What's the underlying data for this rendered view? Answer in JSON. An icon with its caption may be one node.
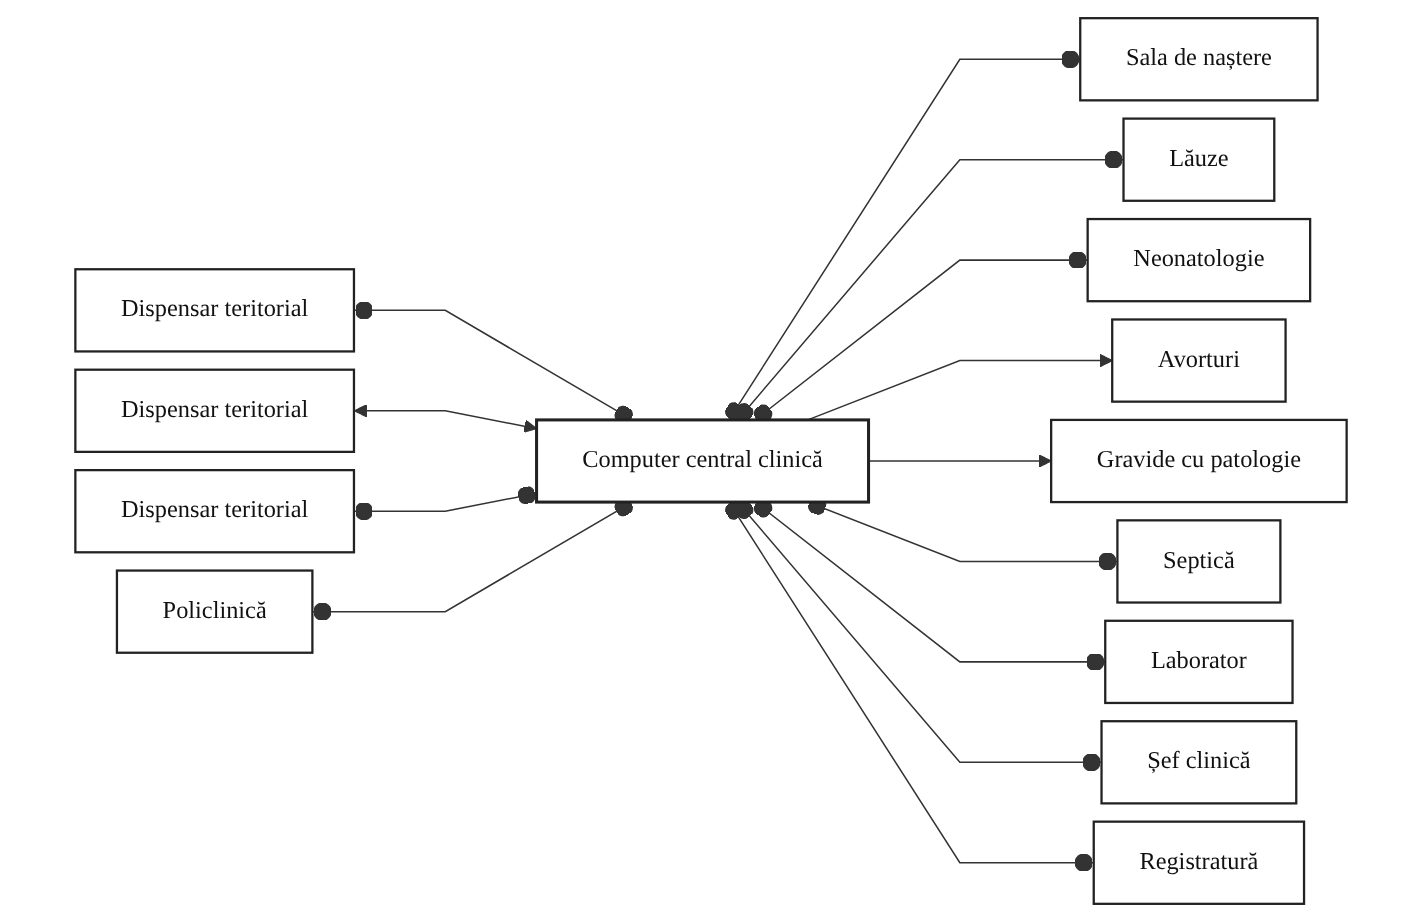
{
  "diagram": {
    "nodes": [
      {
        "text": [
          "Dispensar teritorial"
        ]
      },
      {
        "text": [
          "Dispensar teritorial"
        ]
      },
      {
        "text": [
          "Dispensar teritorial"
        ]
      },
      {
        "text": [
          "Computer central clinică"
        ]
      },
      {
        "text": [
          "Policlinică"
        ]
      },
      {
        "text": [
          "Sala de naștere"
        ]
      },
      {
        "text": [
          "Lăuze"
        ]
      },
      {
        "text": [
          "Neonatologie"
        ]
      },
      {
        "text": [
          "Avorturi"
        ]
      },
      {
        "text": [
          "Gravide cu patologie"
        ]
      },
      {
        "text": [
          "Septică"
        ]
      },
      {
        "text": [
          "Laborator"
        ]
      },
      {
        "text": [
          "Șef clinică"
        ]
      },
      {
        "text": [
          "Registratură"
        ]
      }
    ],
    "edges": [
      {
        "from": 0,
        "to": 3,
        "arrow": "other"
      },
      {
        "from": 1,
        "to": 3,
        "arrow": "both"
      },
      {
        "from": 2,
        "to": 3,
        "arrow": "other"
      },
      {
        "from": 4,
        "to": 3,
        "arrow": "other"
      },
      {
        "from": 3,
        "to": 5,
        "arrow": "other"
      },
      {
        "from": 3,
        "to": 6,
        "arrow": "other"
      },
      {
        "from": 3,
        "to": 7,
        "arrow": "other"
      },
      {
        "from": 3,
        "to": 8,
        "arrow": "to"
      },
      {
        "from": 3,
        "to": 9,
        "arrow": "to"
      },
      {
        "from": 3,
        "to": 10,
        "arrow": "other"
      },
      {
        "from": 3,
        "to": 11,
        "arrow": "other"
      },
      {
        "from": 3,
        "to": 12,
        "arrow": "other"
      },
      {
        "from": 3,
        "to": 13,
        "arrow": "other"
      }
    ]
  }
}
